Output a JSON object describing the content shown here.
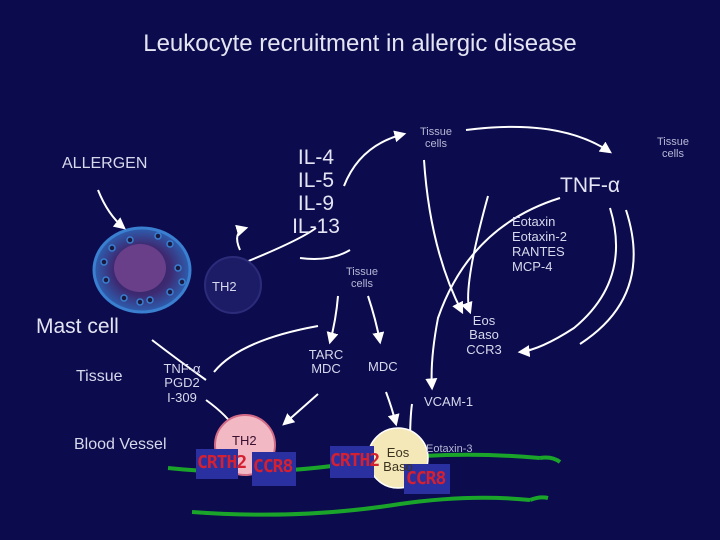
{
  "title": "Leukocyte recruitment in allergic disease",
  "labels": {
    "allergen": "ALLERGEN",
    "mast_cell": "Mast cell",
    "tissue": "Tissue",
    "blood_vessel": "Blood Vessel",
    "th2_top": "TH2",
    "th2_bottom": "TH2",
    "tnf_alpha": "TNF-α",
    "tarc": "TARC",
    "mdc_1": "MDC",
    "mdc_2": "MDC",
    "vcam1": "VCAM-1",
    "eotaxin3": "Eotaxin-3",
    "tissue_cells_top": [
      "Tissue",
      "cells"
    ],
    "tissue_cells_right": [
      "Tissue",
      "cells"
    ],
    "tissue_cells_mid": [
      "Tissue",
      "cells"
    ]
  },
  "interleukins": [
    "IL-4",
    "IL-5",
    "IL-9",
    "IL-13"
  ],
  "mast_mediators": [
    "TNF-α",
    "PGD2",
    "I-309"
  ],
  "chemokines": [
    "Eotaxin",
    "Eotaxin-2",
    "RANTES",
    "MCP-4"
  ],
  "eos_baso_ccr3": [
    "Eos",
    "Baso",
    "CCR3"
  ],
  "eos_baso_vessel": [
    "Eos",
    "Baso"
  ],
  "receptors": {
    "crth2_left": "CRTH2",
    "ccr8_left": "CCR8",
    "crth2_right": "CRTH2",
    "ccr8_right": "CCR8"
  },
  "colors": {
    "background": "#0b0b4e",
    "text": "#d8d8ec",
    "vessel": "#1aa52a",
    "th2_cell": "#f2b8c4",
    "eos_cell": "#f4e7b8",
    "mast_cell_body": "#6a3f8a",
    "mast_cell_outline": "#3a7fd0",
    "receptor_red": "#d42030",
    "receptor_blue": "#2a30a0"
  }
}
